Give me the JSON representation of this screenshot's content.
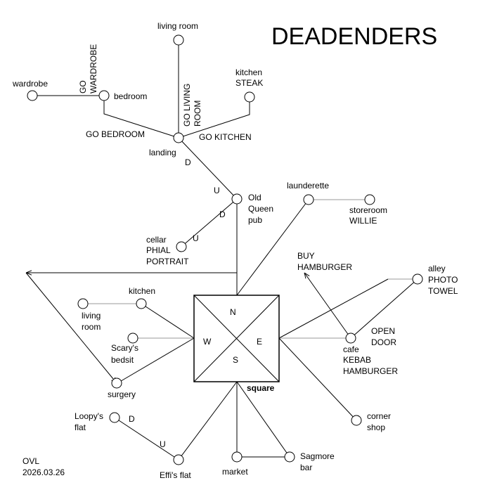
{
  "title": "DEADENDERS",
  "author": "OVL",
  "date": "2026.03.26",
  "colors": {
    "current_location": "#a8dde8",
    "line": "#000000",
    "secondary_line": "#999999"
  },
  "nodes": {
    "living_room_top": [
      "living room"
    ],
    "wardrobe": [
      "wardrobe"
    ],
    "bedroom": [
      "bedroom"
    ],
    "kitchen_top": [
      "kitchen",
      "STEAK"
    ],
    "landing": [
      "landing"
    ],
    "old_queen_pub": [
      "Old",
      "Queen",
      "pub"
    ],
    "cellar": [
      "cellar",
      "PHIAL",
      "PORTRAIT"
    ],
    "launderette": [
      "launderette"
    ],
    "storeroom": [
      "storeroom",
      "WILLIE"
    ],
    "alley": [
      "alley",
      "PHOTO",
      "TOWEL"
    ],
    "kitchen_mid": [
      "kitchen"
    ],
    "living_room_mid": [
      "living",
      "room"
    ],
    "scarys_bedsit": [
      "Scary's",
      "bedsit"
    ],
    "surgery": [
      "surgery"
    ],
    "cafe": [
      "cafe",
      "KEBAB",
      "HAMBURGER"
    ],
    "corner_shop": [
      "corner",
      "shop"
    ],
    "loopys_flat": [
      "Loopy's",
      "flat"
    ],
    "effs_flat": [
      "Effi's flat"
    ],
    "market": [
      "market"
    ],
    "sagmore_bar": [
      "Sagmore",
      "bar"
    ],
    "square": [
      "square"
    ]
  },
  "square_directions": {
    "n": "N",
    "s": "S",
    "e": "E",
    "w": "W"
  },
  "commands": {
    "go_wardrobe": [
      "GO",
      "WARDROBE"
    ],
    "go_living_room": [
      "GO LIVING",
      "ROOM"
    ],
    "go_bedroom": "GO BEDROOM",
    "go_kitchen": "GO KITCHEN",
    "buy_hamburger": [
      "BUY",
      "HAMBURGER"
    ],
    "open_door": [
      "OPEN",
      "DOOR"
    ]
  },
  "direction_marks": {
    "landing_down": "D",
    "pub_up": "U",
    "pub_down": "D",
    "cellar_up": "U",
    "loopy_down": "D",
    "effi_up": "U"
  }
}
